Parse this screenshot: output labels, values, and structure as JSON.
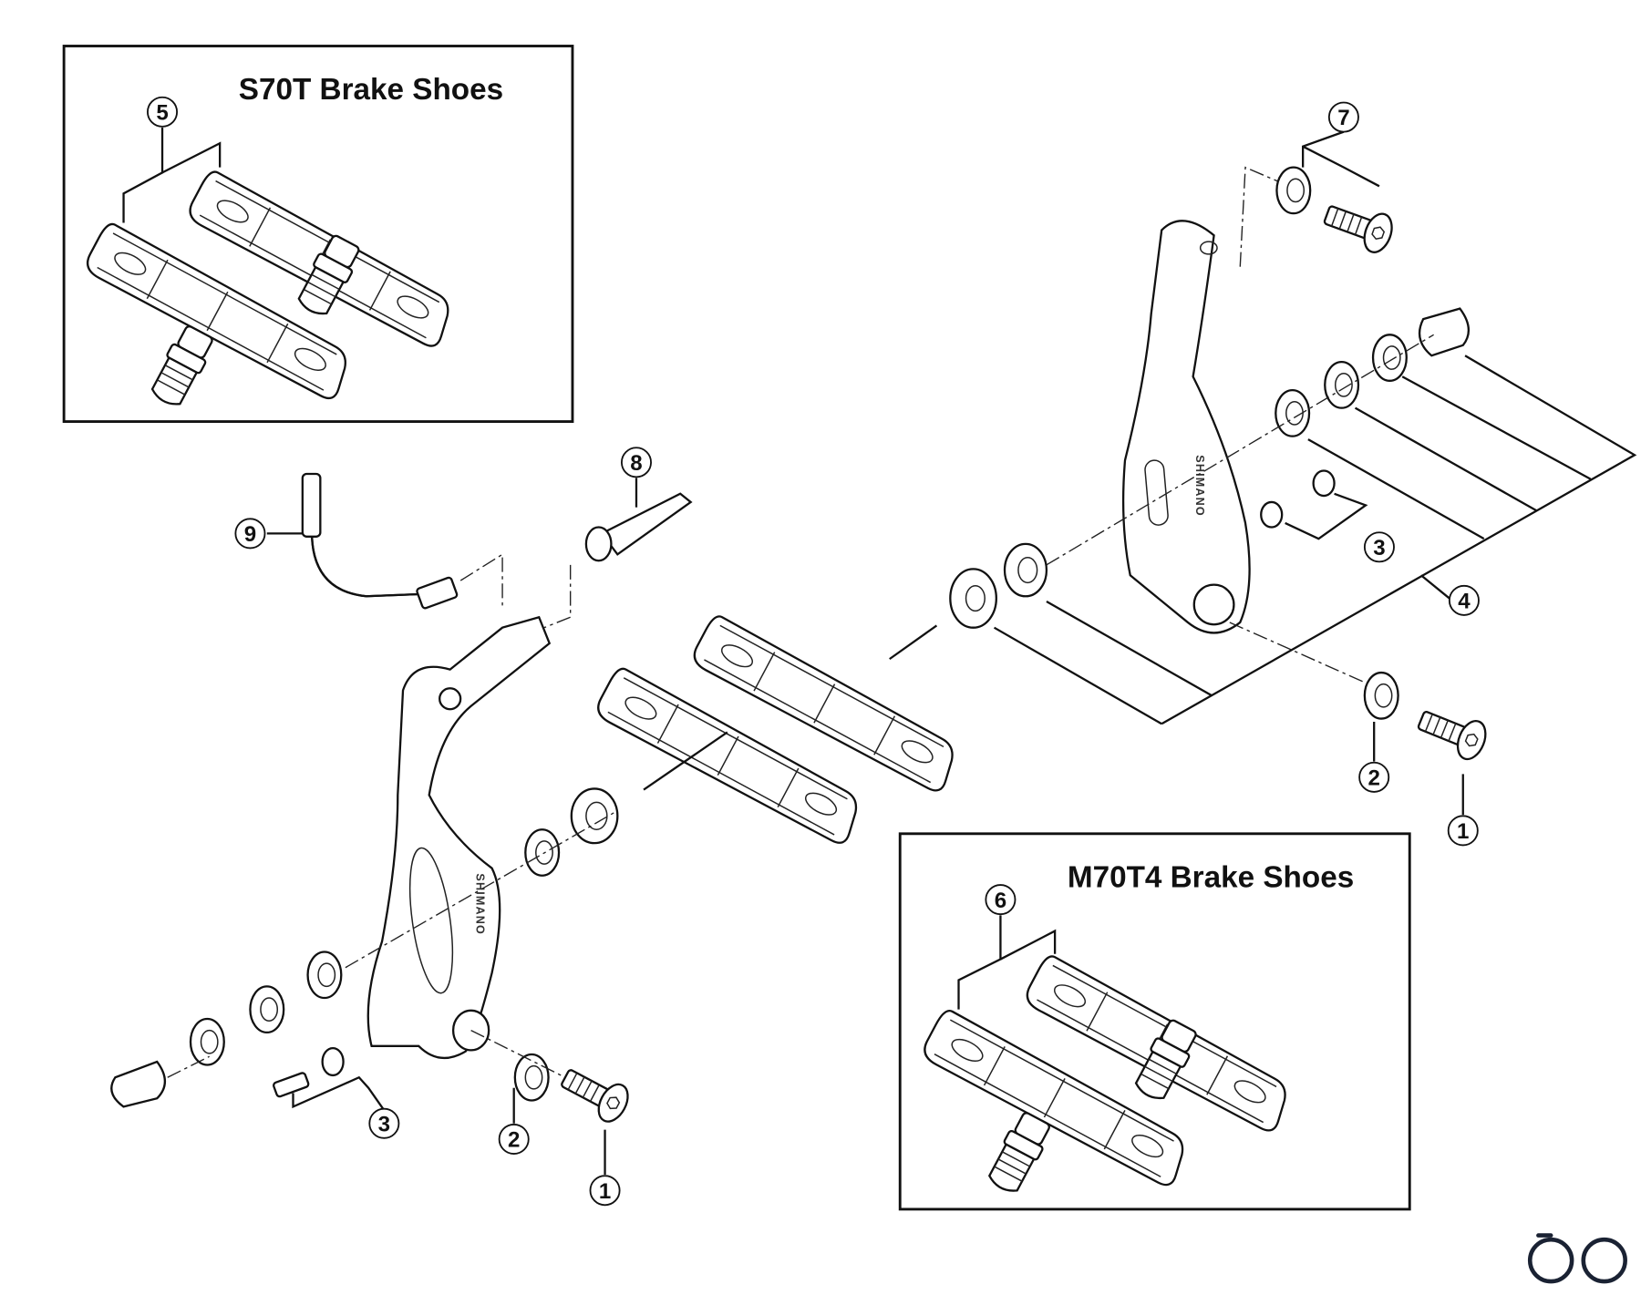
{
  "diagram": {
    "inset_top": {
      "title": "S70T Brake Shoes",
      "callout": "5"
    },
    "inset_bottom": {
      "title": "M70T4 Brake Shoes",
      "callout": "6"
    },
    "brand_marking": "SHIMANO",
    "callouts": {
      "fixing_bolt_right": "1",
      "washer_right": "2",
      "spring_screw_right": "3",
      "shoe_hardware_right": "4",
      "arm_bolt_top": "7",
      "cable_fixing": "8",
      "lead_pipe": "9",
      "spring_screw_left": "3",
      "washer_left": "2",
      "fixing_bolt_left": "1"
    },
    "colors": {
      "line": "#111111",
      "logo": "#1a2233"
    },
    "logo": {
      "icon": "bicycle-logo-icon"
    }
  }
}
